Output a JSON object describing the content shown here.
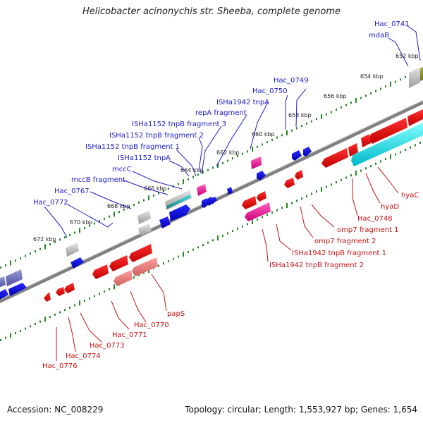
{
  "title": "Helicobacter acinonychis str. Sheeba, complete genome",
  "footer": {
    "accession": "Accession: NC_008229",
    "topology": "Topology: circular; Length: 1,553,927 bp; Genes: 1,654"
  },
  "colors": {
    "forward_label": "#1a1acc",
    "reverse_label": "#cc1111",
    "backbone": "#808080",
    "tick": "#1f8a1f"
  },
  "scale_labels": [
    "652 kbp",
    "654 kbp",
    "656 kbp",
    "658 kbp",
    "660 kbp",
    "662 kbp",
    "664 kbp",
    "666 kbp",
    "668 kbp",
    "670 kbp",
    "672 kbp"
  ],
  "forward_genes": [
    "Hac_0741",
    "mdaB",
    "Hac_0749",
    "Hac_0750",
    "ISHa1942 tnpA",
    "repA fragment",
    "ISHa1152 tnpB fragment 3",
    "ISHa1152 tnpB fragment 2",
    "ISHa1152 tnpB fragment 1",
    "ISHa1152 tnpA",
    "mccC",
    "mccB fragment",
    "Hac_0767",
    "Hac_0772"
  ],
  "reverse_genes": [
    "hyaC",
    "hyaD",
    "Hac_0748",
    "omp7 fragment 1",
    "omp7 fragment 2",
    "ISHa1942 tnpB fragment 1",
    "ISHa1942 tnpB fragment 2",
    "papS",
    "Hac_0770",
    "Hac_0771",
    "Hac_0773",
    "Hac_0774",
    "Hac_0776"
  ]
}
